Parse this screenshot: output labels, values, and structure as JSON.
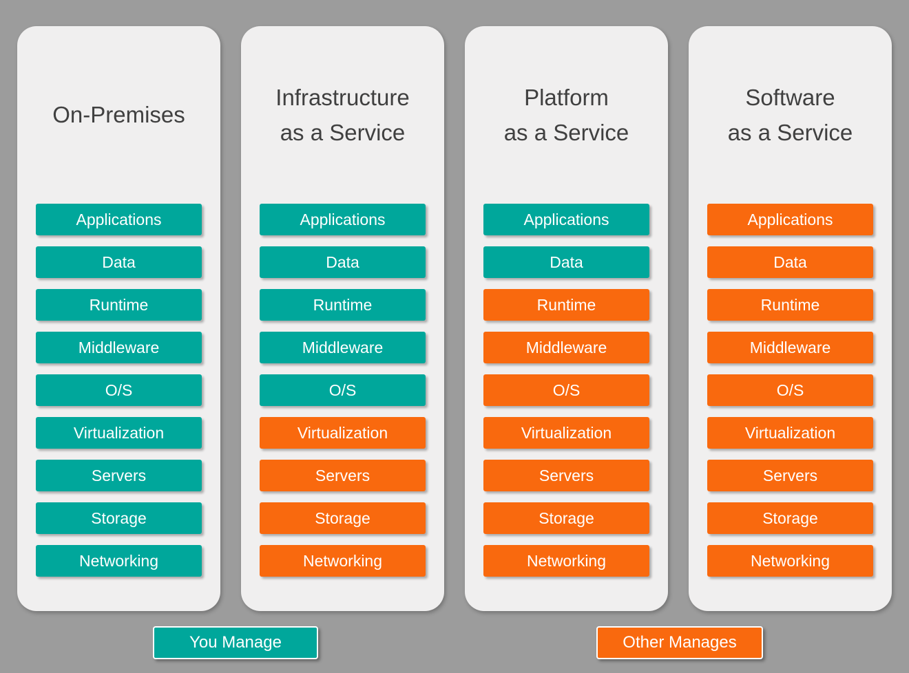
{
  "colors": {
    "you": "#00A79B",
    "other": "#F9690E",
    "background": "#9C9C9C",
    "card": "#F0EFEF",
    "title_text": "#404040"
  },
  "legend": [
    {
      "label": "You Manage",
      "managed": "you"
    },
    {
      "label": "Other Manages",
      "managed": "other"
    }
  ],
  "columns": [
    {
      "title": "On-Premises",
      "title_lines": [
        "On-Premises"
      ],
      "layers": [
        {
          "label": "Applications",
          "managed": "you"
        },
        {
          "label": "Data",
          "managed": "you"
        },
        {
          "label": "Runtime",
          "managed": "you"
        },
        {
          "label": "Middleware",
          "managed": "you"
        },
        {
          "label": "O/S",
          "managed": "you"
        },
        {
          "label": "Virtualization",
          "managed": "you"
        },
        {
          "label": "Servers",
          "managed": "you"
        },
        {
          "label": "Storage",
          "managed": "you"
        },
        {
          "label": "Networking",
          "managed": "you"
        }
      ]
    },
    {
      "title": "Infrastructure as a Service",
      "title_lines": [
        "Infrastructure",
        "as a Service"
      ],
      "layers": [
        {
          "label": "Applications",
          "managed": "you"
        },
        {
          "label": "Data",
          "managed": "you"
        },
        {
          "label": "Runtime",
          "managed": "you"
        },
        {
          "label": "Middleware",
          "managed": "you"
        },
        {
          "label": "O/S",
          "managed": "you"
        },
        {
          "label": "Virtualization",
          "managed": "other"
        },
        {
          "label": "Servers",
          "managed": "other"
        },
        {
          "label": "Storage",
          "managed": "other"
        },
        {
          "label": "Networking",
          "managed": "other"
        }
      ]
    },
    {
      "title": "Platform as a Service",
      "title_lines": [
        "Platform",
        "as a Service"
      ],
      "layers": [
        {
          "label": "Applications",
          "managed": "you"
        },
        {
          "label": "Data",
          "managed": "you"
        },
        {
          "label": "Runtime",
          "managed": "other"
        },
        {
          "label": "Middleware",
          "managed": "other"
        },
        {
          "label": "O/S",
          "managed": "other"
        },
        {
          "label": "Virtualization",
          "managed": "other"
        },
        {
          "label": "Servers",
          "managed": "other"
        },
        {
          "label": "Storage",
          "managed": "other"
        },
        {
          "label": "Networking",
          "managed": "other"
        }
      ]
    },
    {
      "title": "Software as a Service",
      "title_lines": [
        "Software",
        "as a Service"
      ],
      "layers": [
        {
          "label": "Applications",
          "managed": "other"
        },
        {
          "label": "Data",
          "managed": "other"
        },
        {
          "label": "Runtime",
          "managed": "other"
        },
        {
          "label": "Middleware",
          "managed": "other"
        },
        {
          "label": "O/S",
          "managed": "other"
        },
        {
          "label": "Virtualization",
          "managed": "other"
        },
        {
          "label": "Servers",
          "managed": "other"
        },
        {
          "label": "Storage",
          "managed": "other"
        },
        {
          "label": "Networking",
          "managed": "other"
        }
      ]
    }
  ]
}
